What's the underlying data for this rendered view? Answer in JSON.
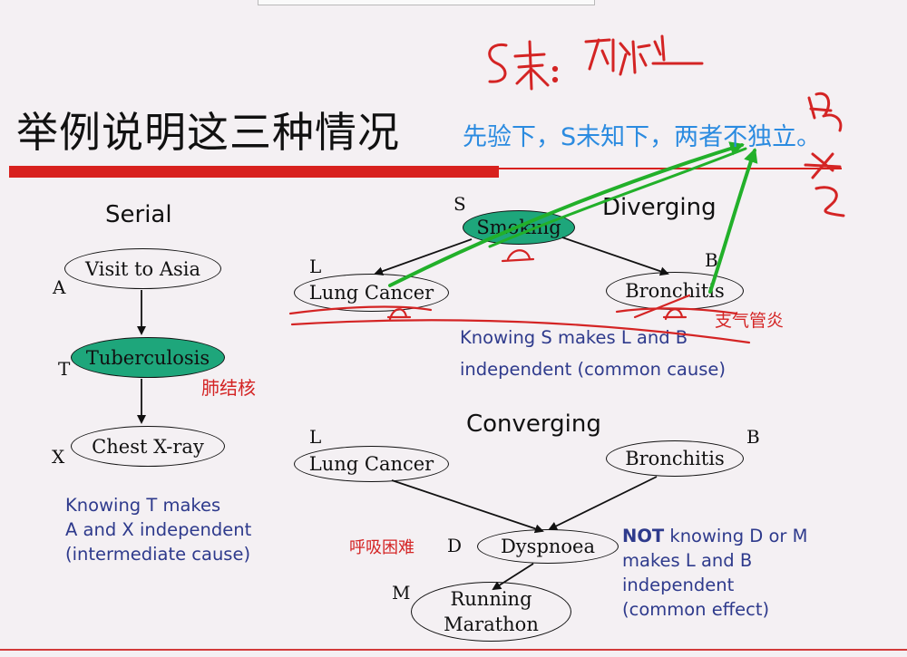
{
  "title": "举例说明这三种情况",
  "annotation_blue": "先验下，S未知下，两者不独立。",
  "sections": {
    "serial": "Serial",
    "diverging": "Diverging",
    "converging": "Converging"
  },
  "serial": {
    "nodes": {
      "a": {
        "letter": "A",
        "label": "Visit to Asia"
      },
      "t": {
        "letter": "T",
        "label": "Tuberculosis",
        "annotation": "肺结核"
      },
      "x": {
        "letter": "X",
        "label": "Chest X-ray"
      }
    },
    "note": [
      "Knowing T makes",
      "A and X independent",
      "(intermediate cause)"
    ]
  },
  "diverging": {
    "nodes": {
      "s": {
        "letter": "S",
        "label": "Smoking"
      },
      "l": {
        "letter": "L",
        "label": "Lung Cancer"
      },
      "b": {
        "letter": "B",
        "label": "Bronchitis",
        "annotation": "支气管炎"
      }
    },
    "note": [
      "Knowing S makes L and B",
      "independent (common cause)"
    ]
  },
  "converging": {
    "nodes": {
      "l": {
        "letter": "L",
        "label": "Lung Cancer"
      },
      "b": {
        "letter": "B",
        "label": "Bronchitis"
      },
      "d": {
        "letter": "D",
        "label": "Dyspnoea",
        "annotation": "呼吸困难"
      },
      "m": {
        "letter": "M",
        "label_line1": "Running",
        "label_line2": "Marathon"
      }
    },
    "note": {
      "bold": "NOT",
      "line1_rest": " knowing D or M",
      "line2": "makes L and B",
      "line3": "independent",
      "line4": "(common effect)"
    }
  },
  "colors": {
    "accent_red": "#d8211e",
    "node_teal": "#1ea67b",
    "note_blue": "#2e3a8c",
    "annotation_blue": "#2b8be0",
    "pen_red": "#d42424",
    "pen_green": "#22b02a"
  }
}
